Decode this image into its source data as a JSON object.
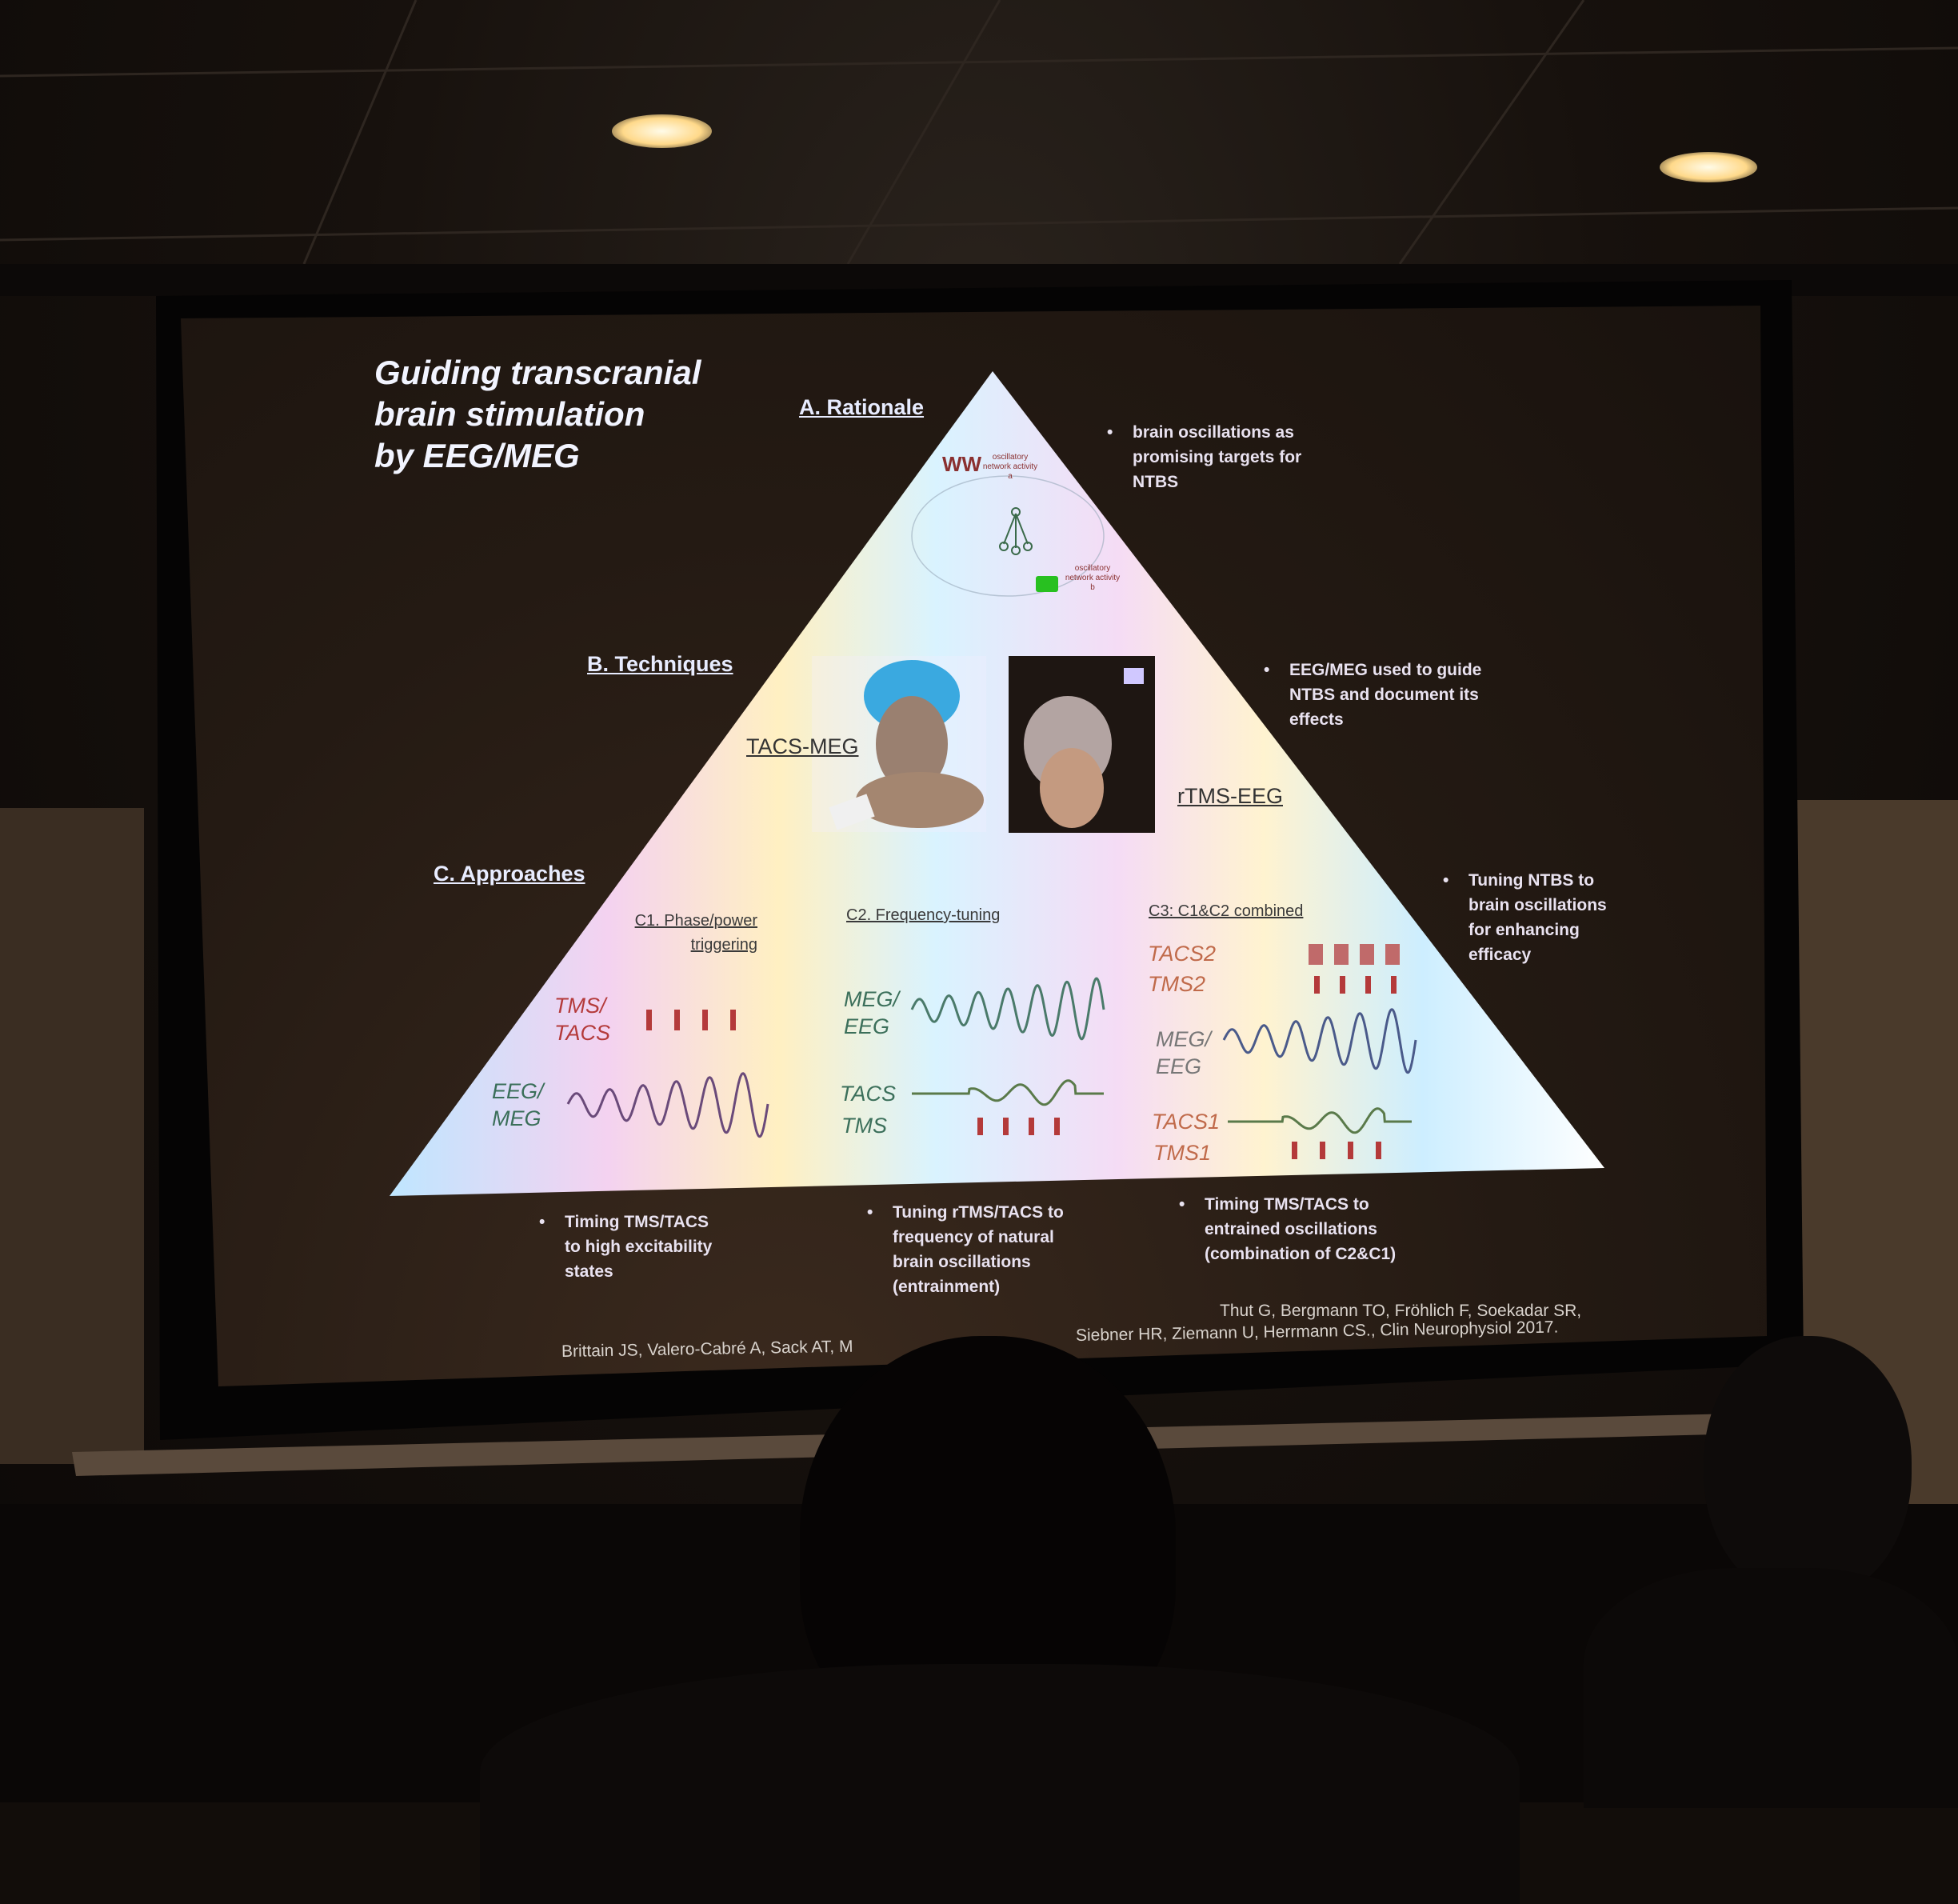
{
  "slide": {
    "title_lines": [
      "Guiding transcranial",
      "brain stimulation",
      "by EEG/MEG"
    ],
    "section_a": {
      "heading": "A. Rationale",
      "bullet": [
        "brain oscillations as",
        "promising targets for",
        "NTBS"
      ],
      "diagram_labels": {
        "wave_glyph": "WW",
        "network_a": "oscillatory network activity a",
        "network_b": "oscillatory network activity b"
      }
    },
    "section_b": {
      "heading": "B. Techniques",
      "bullet": [
        "EEG/MEG used to guide",
        "NTBS and document its",
        "effects"
      ],
      "label_left": "TACS-MEG",
      "label_right": "rTMS-EEG"
    },
    "section_c": {
      "heading": "C. Approaches",
      "bullet": [
        "Tuning NTBS to",
        "brain oscillations",
        "for enhancing",
        "efficacy"
      ],
      "c1": {
        "title_lines": [
          "C1. Phase/power",
          "triggering"
        ],
        "stim_label": [
          "TMS/",
          "TACS"
        ],
        "record_label": [
          "EEG/",
          "MEG"
        ]
      },
      "c2": {
        "title": "C2. Frequency-tuning",
        "record_label": [
          "MEG/",
          "EEG"
        ],
        "tacs_label": "TACS",
        "tms_label": "TMS"
      },
      "c3": {
        "title": "C3: C1&C2 combined",
        "tacs2": "TACS2",
        "tms2": "TMS2",
        "record_label": [
          "MEG/",
          "EEG"
        ],
        "tacs1": "TACS1",
        "tms1": "TMS1"
      }
    },
    "bottom_bullets": [
      [
        "Timing TMS/TACS",
        "to high excitability",
        "states"
      ],
      [
        "Tuning rTMS/TACS to",
        "frequency of natural",
        "brain oscillations",
        "(entrainment)"
      ],
      [
        "Timing TMS/TACS to",
        "entrained oscillations",
        "(combination of C2&C1)"
      ]
    ],
    "citation_line1": "Thut G, Bergmann TO, Fröhlich F, Soekadar SR,",
    "citation_line2_left": "Brittain JS, Valero-Cabré A, Sack AT, M",
    "citation_line2_right": "Siebner HR, Ziemann U, Herrmann CS., Clin Neurophysiol 2017.",
    "colors": {
      "stim_red": "#b43a3a",
      "record_green": "#3b6f5a",
      "slide_bg": "#241a13"
    }
  }
}
